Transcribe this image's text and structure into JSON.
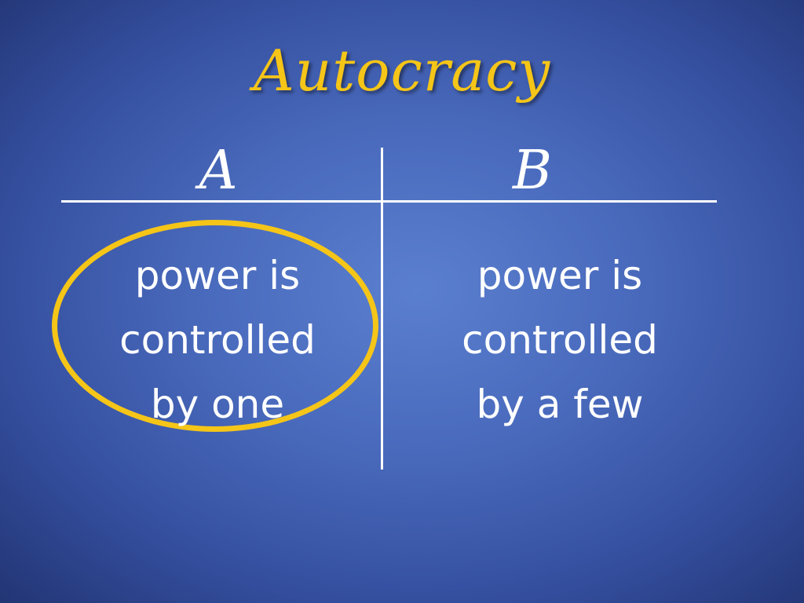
{
  "slide": {
    "title": "Autocracy",
    "columns": [
      {
        "letter": "A",
        "lines": [
          "power is",
          "controlled",
          "by one"
        ],
        "circled": true
      },
      {
        "letter": "B",
        "lines": [
          "power is",
          "controlled",
          "by a few"
        ],
        "circled": false
      }
    ]
  },
  "colors": {
    "title": "#f5c518",
    "highlight_circle": "#f5c518",
    "text": "#ffffff",
    "background": "#4a6bbd"
  }
}
